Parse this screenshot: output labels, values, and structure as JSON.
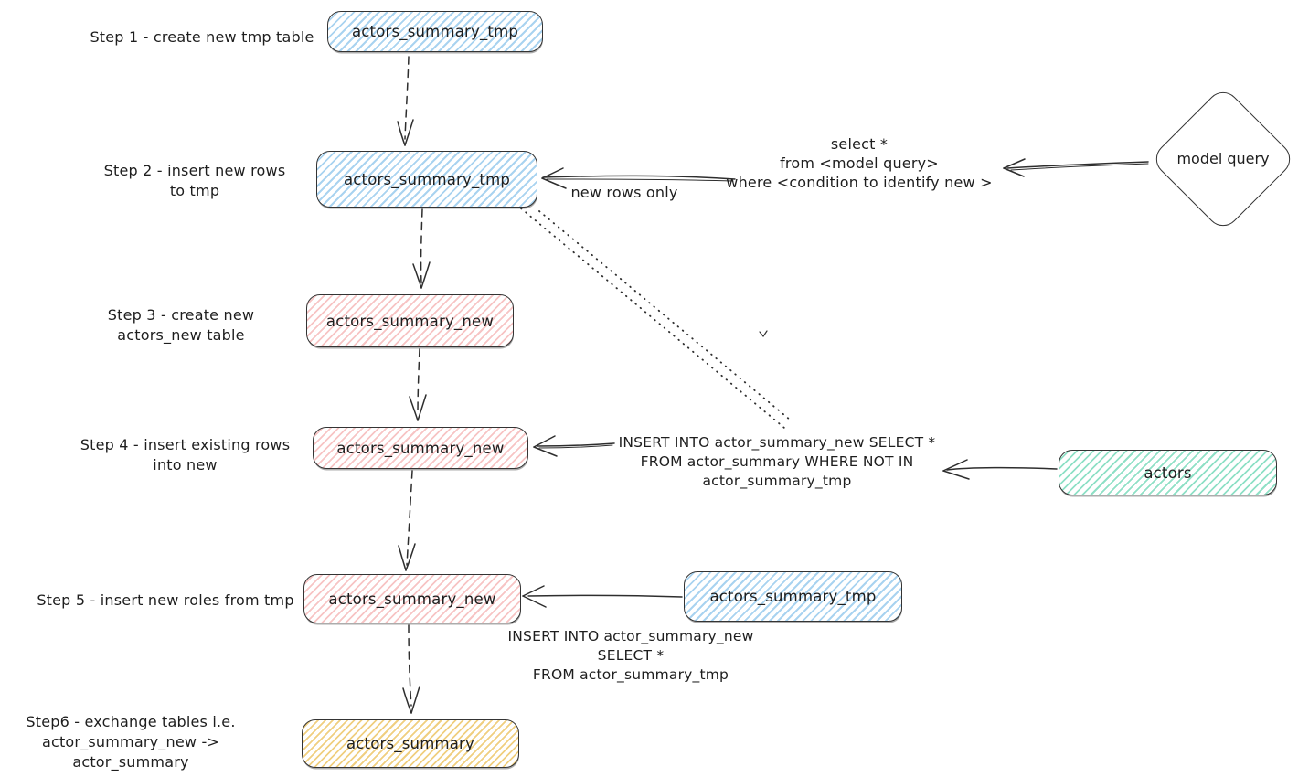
{
  "diagram": {
    "title_implicit": "table exchange flow",
    "colors": {
      "node_blue": "#a9d3f0",
      "node_red": "#f7c4c4",
      "node_green": "#8fe0c6",
      "node_yellow": "#f0cf80",
      "stroke": "#343434",
      "text": "#1e1e1e",
      "background": "#ffffff"
    }
  },
  "step_labels": {
    "step1": "Step 1 - create new tmp table",
    "step2": "Step 2 - insert new rows\nto tmp",
    "step3": "Step 3 - create new\nactors_new table",
    "step4": "Step 4 - insert existing rows\ninto new",
    "step5": "Step 5 - insert new roles from tmp",
    "step6": "Step6 - exchange tables i.e.\nactor_summary_new -> actor_summary"
  },
  "nodes": {
    "tmp_table_step1": {
      "label": "actors_summary_tmp",
      "color": "#a9d3f0"
    },
    "tmp_table_step2": {
      "label": "actors_summary_tmp",
      "color": "#a9d3f0"
    },
    "new_table_step3": {
      "label": "actors_summary_new",
      "color": "#f7c4c4"
    },
    "new_table_step4": {
      "label": "actors_summary_new",
      "color": "#f7c4c4"
    },
    "new_table_step5": {
      "label": "actors_summary_new",
      "color": "#f7c4c4"
    },
    "tmp_source_step5": {
      "label": "actors_summary_tmp",
      "color": "#a9d3f0"
    },
    "actors_source": {
      "label": "actors",
      "color": "#8fe0c6"
    },
    "final_table_step6": {
      "label": "actors_summary",
      "color": "#f0cf80"
    },
    "model_query": {
      "label": "model query"
    }
  },
  "annotations": {
    "model_query_sql": "select *\nfrom <model query>\nwhere <condition to identify new >",
    "new_rows_only": "new rows only",
    "insert_existing_sql": "INSERT INTO actor_summary_new SELECT *\nFROM actor_summary WHERE NOT IN\nactor_summary_tmp",
    "insert_tmp_sql": "INSERT INTO actor_summary_new\nSELECT *\nFROM actor_summary_tmp"
  }
}
